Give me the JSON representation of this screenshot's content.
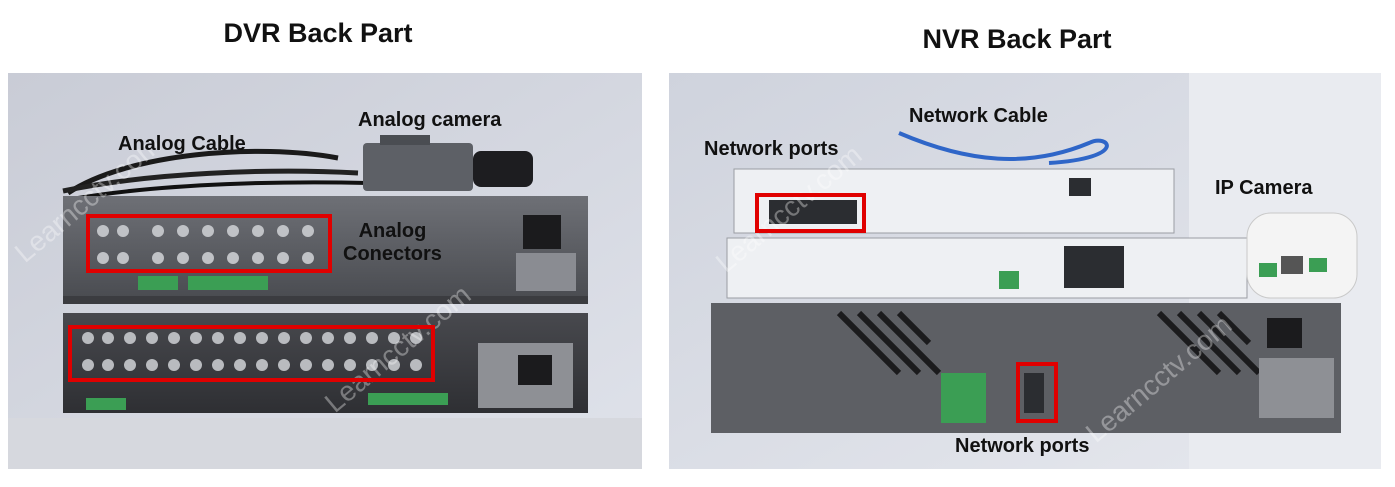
{
  "dvr": {
    "title": "DVR Back Part",
    "labels": {
      "analog_cable": "Analog Cable",
      "analog_camera": "Analog camera",
      "analog_connectors_line1": "Analog",
      "analog_connectors_line2": "Conectors"
    }
  },
  "nvr": {
    "title": "NVR Back Part",
    "labels": {
      "network_cable": "Network Cable",
      "network_ports_top": "Network ports",
      "ip_camera": "IP Camera",
      "network_ports_bottom": "Network ports"
    }
  },
  "watermark": "Learncctv.com",
  "colors": {
    "highlight": "#e00000"
  }
}
